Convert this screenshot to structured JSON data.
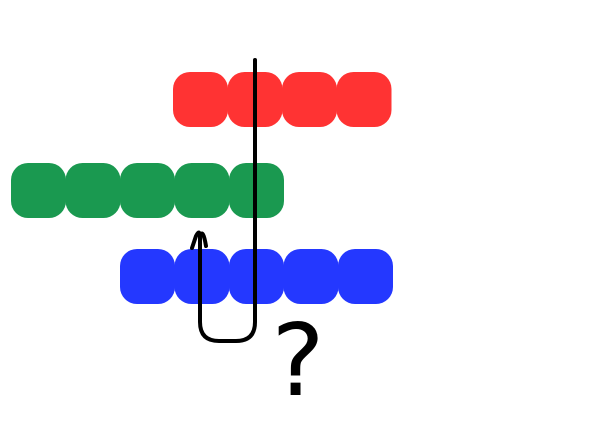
{
  "colors": {
    "red": "#ff3333",
    "green": "#1a9950",
    "blue": "#2438ff",
    "line": "#000000"
  },
  "rows": [
    {
      "name": "red",
      "color_key": "red",
      "count": 4
    },
    {
      "name": "green",
      "color_key": "green",
      "count": 5
    },
    {
      "name": "blue",
      "color_key": "blue",
      "count": 5
    }
  ],
  "question_mark": "?",
  "icons": [
    "hook-line-icon"
  ]
}
